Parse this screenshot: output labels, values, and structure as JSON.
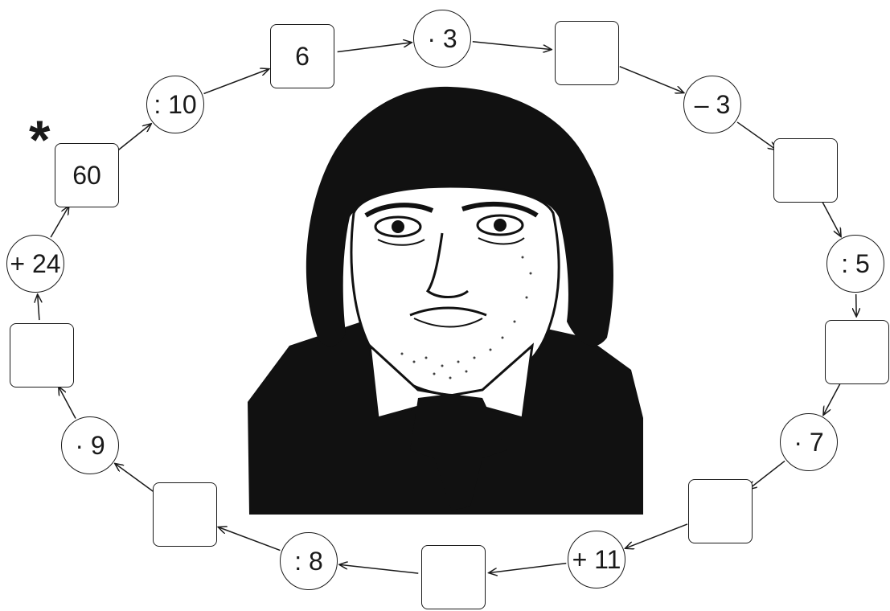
{
  "star_mark": "*",
  "nodes": [
    {
      "kind": "box",
      "value": "60"
    },
    {
      "kind": "op",
      "value": ": 10"
    },
    {
      "kind": "box",
      "value": "6"
    },
    {
      "kind": "op",
      "value": "· 3"
    },
    {
      "kind": "box",
      "value": ""
    },
    {
      "kind": "op",
      "value": "– 3"
    },
    {
      "kind": "box",
      "value": ""
    },
    {
      "kind": "op",
      "value": ": 5"
    },
    {
      "kind": "box",
      "value": ""
    },
    {
      "kind": "op",
      "value": "· 7"
    },
    {
      "kind": "box",
      "value": ""
    },
    {
      "kind": "op",
      "value": "+ 11"
    },
    {
      "kind": "box",
      "value": ""
    },
    {
      "kind": "op",
      "value": ": 8"
    },
    {
      "kind": "box",
      "value": ""
    },
    {
      "kind": "op",
      "value": "· 9"
    },
    {
      "kind": "box",
      "value": ""
    },
    {
      "kind": "op",
      "value": "+ 24"
    }
  ],
  "colors": {
    "ink": "#1a1a1a",
    "paper": "#ffffff"
  }
}
